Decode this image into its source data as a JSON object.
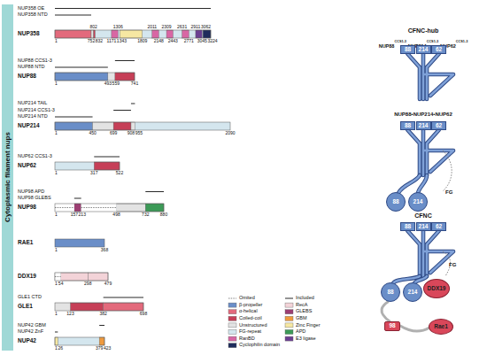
{
  "diagram": {
    "nodes": [
      {
        "text": [
          "88"
        ]
      },
      {
        "text": [
          "214"
        ]
      },
      {
        "text": [
          "62"
        ]
      },
      {
        "text": [
          "88"
        ]
      },
      {
        "text": [
          "214"
        ]
      },
      {
        "text": [
          "62"
        ]
      },
      {
        "text": [
          "88"
        ]
      },
      {
        "text": [
          "214"
        ]
      },
      {
        "text": [
          "88"
        ]
      },
      {
        "text": [
          "214"
        ]
      },
      {
        "text": [
          "62"
        ]
      },
      {
        "text": [
          "88"
        ]
      },
      {
        "text": [
          "214"
        ]
      },
      {
        "text": [
          "DDX19"
        ]
      },
      {
        "text": [
          "98"
        ]
      },
      {
        "text": [
          "Rae1"
        ]
      }
    ],
    "labels": [
      "Cytoplasmic filament nups",
      "NUP358 OE",
      "NUP358 NTD",
      "NUP358",
      "802",
      "1306",
      "2011",
      "2309",
      "2631",
      "2911",
      "3062",
      "1",
      "752",
      "832",
      "1171",
      "1343",
      "1809",
      "2148",
      "2443",
      "2771",
      "3045",
      "3224",
      "NUP88 CCS1-3",
      "NUP88 NTD",
      "NUP88",
      "1",
      "493",
      "559",
      "741",
      "NUP214 TAIL",
      "NUP214 CCS1-3",
      "NUP214 NTD",
      "NUP214",
      "1",
      "450",
      "699",
      "908",
      "955",
      "2090",
      "NUP62 CCS1-3",
      "NUP62",
      "1",
      "317",
      "522",
      "NUP98 APD",
      "NUP98 GLEBS",
      "NUP98",
      "1",
      "157",
      "213",
      "498",
      "732",
      "880",
      "RAE1",
      "1",
      "368",
      "DDX19",
      "1",
      "54",
      "298",
      "479",
      "GLE1 CTD",
      "GLE1",
      "1",
      "123",
      "382",
      "698",
      "NUP42 GBM",
      "NUP42 ZnF",
      "NUP42",
      "1",
      "26",
      "379",
      "423",
      "CFNC-hub",
      "NUP88",
      "CCS1-3",
      "•NUP214",
      "CCS1-3",
      "•NUP62",
      "CCS1-3",
      "NUP88•NUP214•NUP62",
      "FG",
      "CFNC",
      "FG"
    ],
    "legend": [
      {
        "text": "Omited"
      },
      {
        "text": "β-propeller",
        "color": "#6a8ec8"
      },
      {
        "text": "α-helical",
        "color": "#e36a7c"
      },
      {
        "text": "Coiled-coil",
        "color": "#c63f57"
      },
      {
        "text": "Unstructured",
        "color": "#e3e3e3"
      },
      {
        "text": "FG-repeat",
        "color": "#d4e6ee"
      },
      {
        "text": "RanBD",
        "color": "#d867a4"
      },
      {
        "text": "Cyclophilin domain",
        "color": "#1f2c5c"
      },
      {
        "text": "Included"
      },
      {
        "text": "RecA",
        "color": "#f3d3d8"
      },
      {
        "text": "GLEBS",
        "color": "#9c3e72"
      },
      {
        "text": "GBM",
        "color": "#ef9a3d"
      },
      {
        "text": "Zinc Finger",
        "color": "#f6e7a2"
      },
      {
        "text": "APD",
        "color": "#3c9a57"
      },
      {
        "text": "E3 ligase",
        "color": "#6b3f91"
      }
    ]
  }
}
